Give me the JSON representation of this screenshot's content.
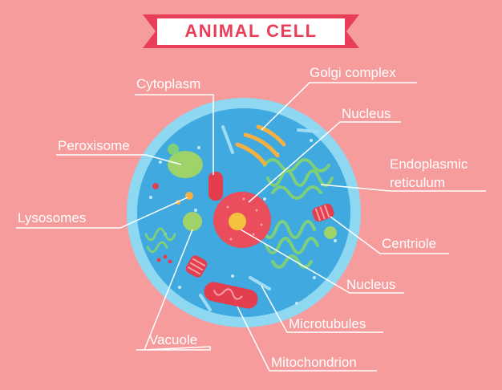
{
  "title": "ANIMAL CELL",
  "colors": {
    "background": "#f79c9c",
    "ribbon": "#e83e58",
    "ribbon_inner": "#ffffff",
    "membrane_outer": "#8fd8f2",
    "cytoplasm": "#3fa9e0",
    "nucleus": "#ea4d5c",
    "nucleolus": "#f6c23e",
    "golgi": "#f6b042",
    "er": "#7ecf7a",
    "peroxisome": "#9ed36a",
    "mitochondrion": "#e33e4d",
    "label_text": "#ffffff",
    "leader_line": "#ffffff"
  },
  "labels": {
    "cytoplasm": "Cytoplasm",
    "golgi_complex": "Golgi complex",
    "peroxisome": "Peroxisome",
    "nucleus_top": "Nucleus",
    "endoplasmic_line1": "Endoplasmic",
    "endoplasmic_line2": "reticulum",
    "lysosomes": "Lysosomes",
    "centriole": "Centriole",
    "nucleus_bottom": "Nucleus",
    "vacuole": "Vacuole",
    "microtubules": "Microtubules",
    "mitochondrion": "Mitochondrion"
  }
}
